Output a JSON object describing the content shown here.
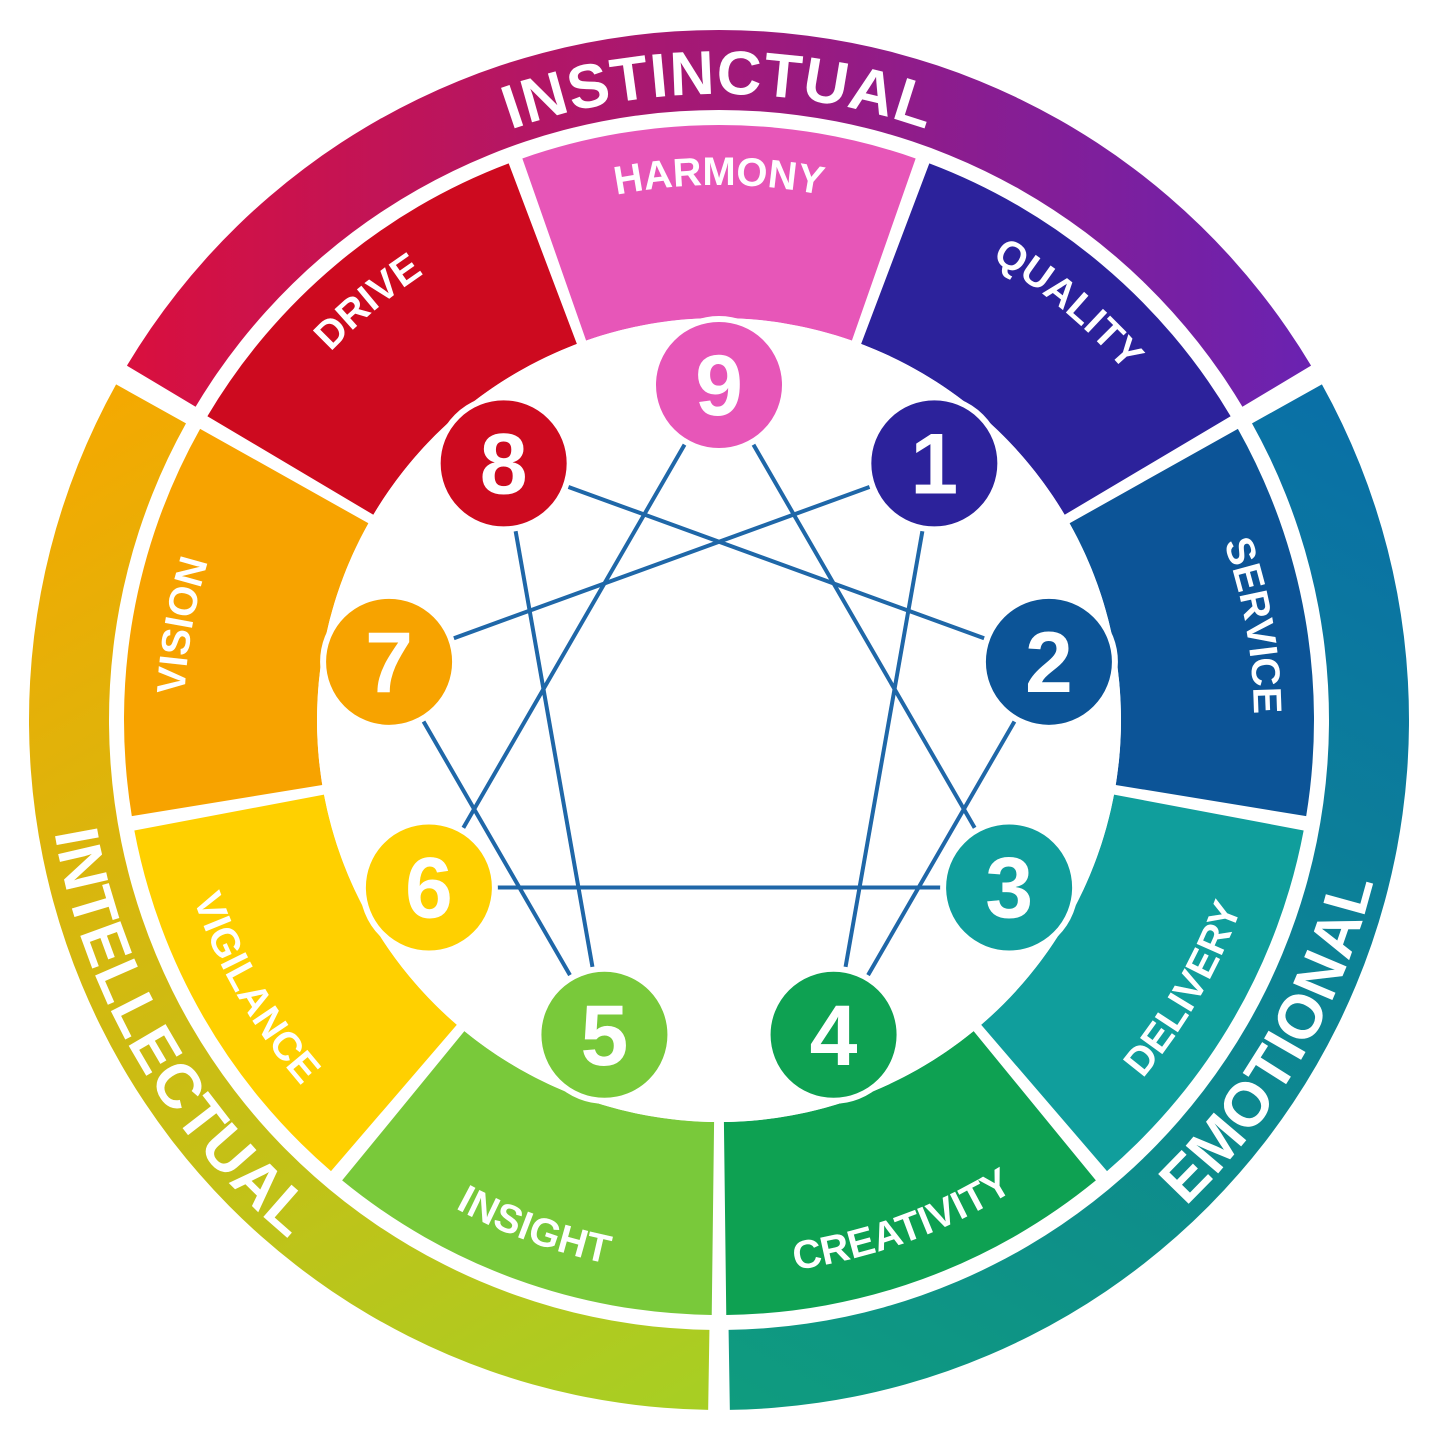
{
  "centers": [
    {
      "label": "INSTINCTUAL",
      "from": "#d8103f",
      "to": "#6b22b0"
    },
    {
      "label": "EMOTIONAL",
      "from": "#0a6fa7",
      "to": "#0f9c7e"
    },
    {
      "label": "INTELLECTUAL",
      "from": "#f6a800",
      "to": "#a6cf24"
    }
  ],
  "types": [
    {
      "number": "9",
      "name": "HARMONY",
      "color": "#e756b8"
    },
    {
      "number": "1",
      "name": "QUALITY",
      "color": "#2c229b"
    },
    {
      "number": "2",
      "name": "SERVICE",
      "color": "#0c5497"
    },
    {
      "number": "3",
      "name": "DELIVERY",
      "color": "#109e9c"
    },
    {
      "number": "4",
      "name": "CREATIVITY",
      "color": "#0ea152"
    },
    {
      "number": "5",
      "name": "INSIGHT",
      "color": "#79c93a"
    },
    {
      "number": "6",
      "name": "VIGILANCE",
      "color": "#ffd000"
    },
    {
      "number": "7",
      "name": "VISION",
      "color": "#f7a300"
    },
    {
      "number": "8",
      "name": "DRIVE",
      "color": "#cd0a1f"
    }
  ],
  "line_color": "#1f67a8",
  "connections": [
    [
      "9",
      "3"
    ],
    [
      "3",
      "6"
    ],
    [
      "6",
      "9"
    ],
    [
      "1",
      "4"
    ],
    [
      "4",
      "2"
    ],
    [
      "2",
      "8"
    ],
    [
      "8",
      "5"
    ],
    [
      "5",
      "7"
    ],
    [
      "7",
      "1"
    ]
  ]
}
